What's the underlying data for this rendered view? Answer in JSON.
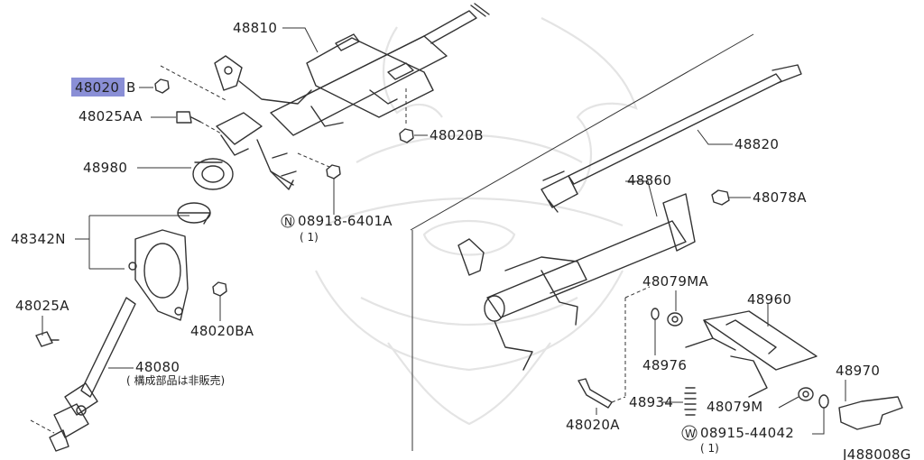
{
  "diagram_code": "J488008G",
  "highlight_color": "#8a8fd6",
  "callouts": {
    "c48810": "48810",
    "c48020B_hl": "48020",
    "c48020B_hl_suffix": "B",
    "c48025AA": "48025AA",
    "c48020B": "48020B",
    "c48980": "48980",
    "c08918": "08918-6401A",
    "c08918_qty": "( 1)",
    "c08918_prefix": "N",
    "c48342N": "48342N",
    "c48025A": "48025A",
    "c48020BA": "48020BA",
    "c48080": "48080",
    "c48080_note": "( 構成部品は非販売)",
    "c48820": "48820",
    "c48860": "48860",
    "c48078A": "48078A",
    "c48079MA": "48079MA",
    "c48960": "48960",
    "c48976": "48976",
    "c48970": "48970",
    "c48934": "48934",
    "c48079M": "48079M",
    "c48020A": "48020A",
    "c08915": "08915-44042",
    "c08915_qty": "( 1)",
    "c08915_prefix": "W"
  }
}
